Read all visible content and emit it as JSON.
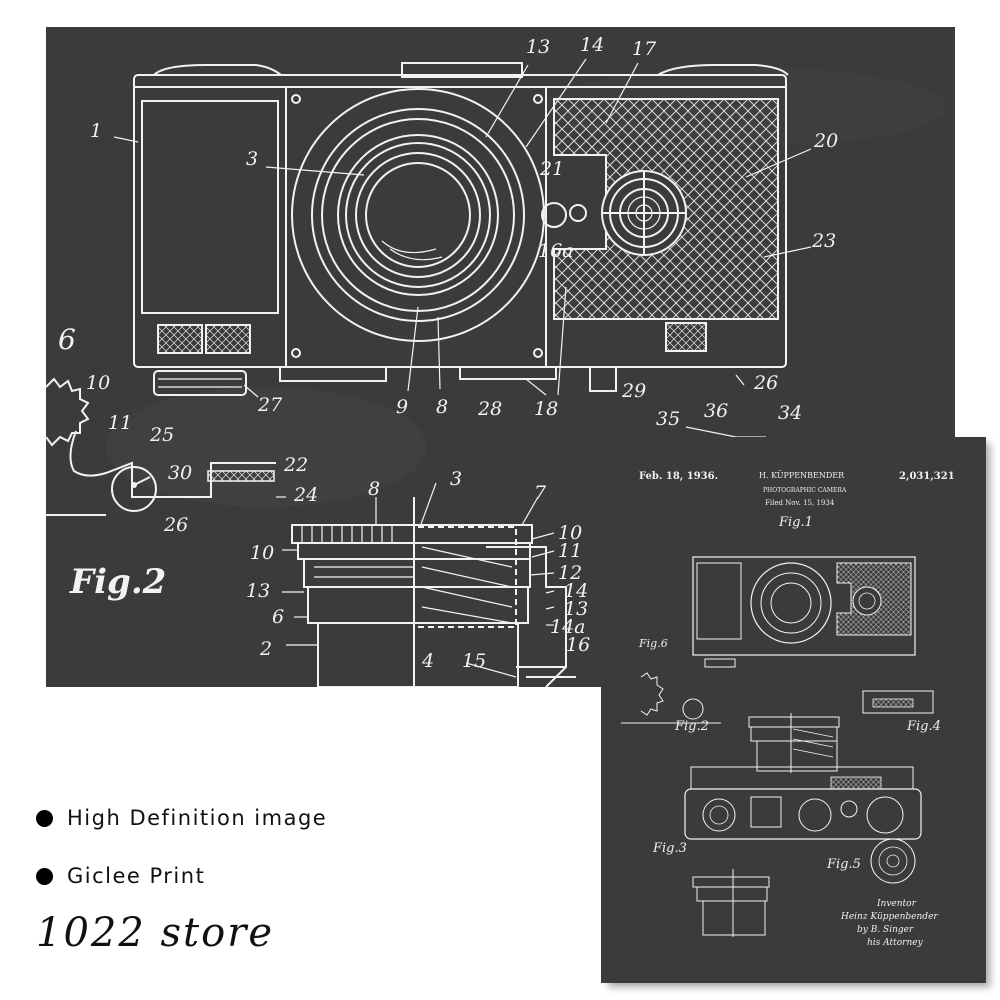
{
  "detail": {
    "labels": {
      "n1": "1",
      "n3": "3",
      "n13": "13",
      "n14": "14",
      "n17": "17",
      "n20": "20",
      "n21": "21",
      "n16a": "16a",
      "n23": "23",
      "n6": "6",
      "n10": "10",
      "n11": "11",
      "n25": "25",
      "n30": "30",
      "n26": "26",
      "n22": "22",
      "n24": "24",
      "n9": "9",
      "n8": "8",
      "n28": "28",
      "n18": "18",
      "n27": "27",
      "n29": "29",
      "n26b": "26",
      "n35": "35",
      "n36": "36",
      "n34": "34",
      "n8b": "8",
      "n3b": "3",
      "n7": "7",
      "n10b": "10",
      "n11b": "11",
      "n12": "12",
      "n13b": "13",
      "n14b": "14",
      "n13c": "13",
      "n14a": "14a",
      "n16": "16",
      "n10c": "10",
      "n6b": "6",
      "n2": "2",
      "n4": "4",
      "n15": "15"
    },
    "fig2": "Fig.2"
  },
  "poster": {
    "date": "Feb. 18, 1936.",
    "inventor_header": "H. KÜPPENBENDER",
    "patent_number": "2,031,321",
    "title": "PHOTOGRAPHIC CAMERA",
    "filed": "Filed Nov. 15, 1934",
    "fig1": "Fig.1",
    "fig2": "Fig.2",
    "fig3": "Fig.3",
    "fig4": "Fig.4",
    "fig5": "Fig.5",
    "fig6": "Fig.6",
    "inventor_label": "Inventor",
    "inventor_name": "Heinz Küppenbender",
    "by": "by B. Singer",
    "attorney": "his Attorney"
  },
  "features": [
    {
      "label": "High Definition image"
    },
    {
      "label": "Giclee Print"
    }
  ],
  "store": "1022 store",
  "colors": {
    "chalkboard": "#3b3b3b",
    "chalk": "#f2f2f2",
    "background": "#ffffff",
    "text": "#111111"
  }
}
